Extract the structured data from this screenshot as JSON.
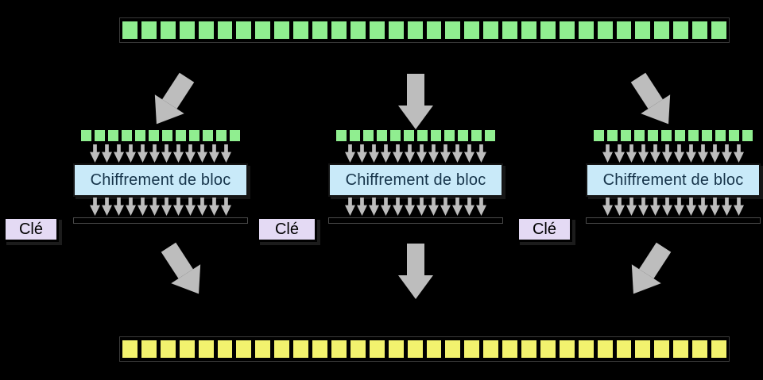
{
  "diagram_kind": "block-cipher-ecb-mode",
  "rows": {
    "plaintext_bit_count": 32,
    "ciphertext_bit_count": 32
  },
  "blocks": [
    {
      "cipher_label": "Chiffrement de bloc",
      "key_label": "Clé",
      "input_bit_count": 12,
      "output_bit_count": 12
    },
    {
      "cipher_label": "Chiffrement de bloc",
      "key_label": "Clé",
      "input_bit_count": 12,
      "output_bit_count": 12
    },
    {
      "cipher_label": "Chiffrement de bloc",
      "key_label": "Clé",
      "input_bit_count": 12,
      "output_bit_count": 12
    }
  ],
  "arrows": {
    "top_directions": [
      "down-left",
      "down",
      "down-right"
    ],
    "bottom_directions": [
      "down-right",
      "down",
      "down-left"
    ]
  },
  "colors": {
    "background": "#000000",
    "plaintext_bit": "#90EE90",
    "ciphertext_bit": "#F2F26E",
    "cipher_box": "#C9EAF9",
    "cipher_box_text": "#16344A",
    "key_box": "#E4DAF4",
    "arrow": "#BDBDBD"
  }
}
